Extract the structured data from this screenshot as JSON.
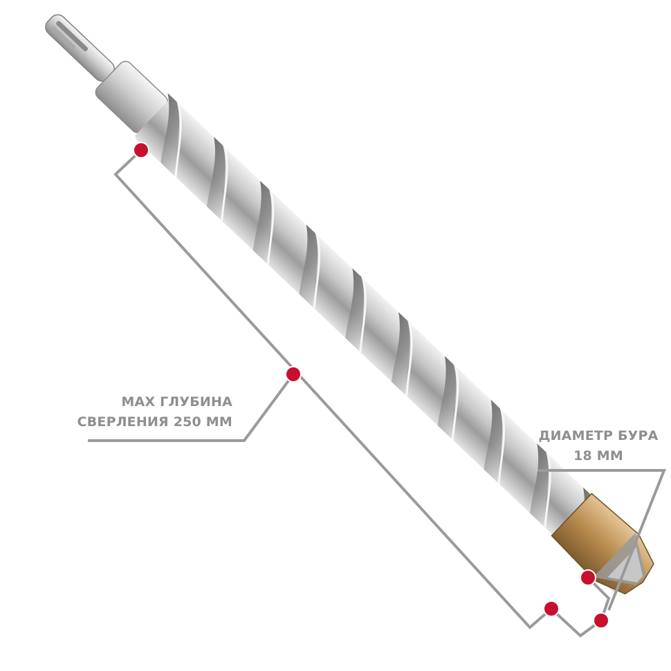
{
  "callouts": {
    "depth": {
      "line1": "MAX ГЛУБИНА",
      "line2": "СВЕРЛЕНИЯ 250 ММ"
    },
    "diameter": {
      "line1": "ДИАМЕТР БУРА",
      "line2": "18 ММ"
    }
  },
  "colors": {
    "background": "#ffffff",
    "callout_text": "#8f8f8f",
    "callout_line": "#9a9a9a",
    "marker": "#c8102e",
    "steel": "#b9b9b9",
    "carbide_tip": "#c9a36a"
  },
  "icons": {
    "product": "sds-plus-drill-bit-photo",
    "marker": "red-dot-marker"
  }
}
